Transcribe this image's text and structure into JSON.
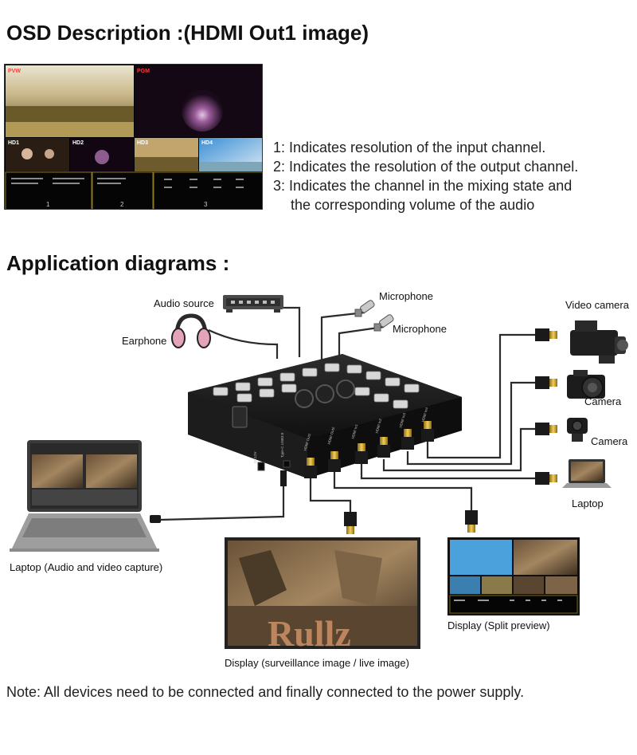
{
  "osd": {
    "title": "OSD Description :(HDMI Out1 image)",
    "screen": {
      "tags": [
        "PVW",
        "PGM",
        "HD1",
        "HD2",
        "HD3",
        "HD4"
      ],
      "panel_numbers": [
        "1",
        "2",
        "3"
      ]
    },
    "items": [
      "1: Indicates resolution of the input channel.",
      "2: Indicates the resolution of the output channel.",
      "3: Indicates the channel in the mixing state and",
      "the corresponding volume of the audio"
    ]
  },
  "application": {
    "title": "Application diagrams :",
    "labels": {
      "audio_source": "Audio source",
      "earphone": "Earphone",
      "microphone_1": "Microphone",
      "microphone_2": "Microphone",
      "video_camera": "Video camera",
      "camera_1": "Camera",
      "camera_2": "Camera",
      "laptop_right": "Laptop",
      "laptop_left": "Laptop (Audio and video capture)",
      "display_live": "Display (surveillance image / live image)",
      "display_split": "Display (Split preview)"
    },
    "ports": [
      "DC12V",
      "Type-C USB3.0",
      "HDMI Out1",
      "HDMI Out2",
      "HDMI In1",
      "HDMI In2",
      "HDMI In3",
      "HDMI In4"
    ],
    "watermark": "Rullz"
  },
  "note": "Note: All devices need to be connected and finally connected to the power supply.",
  "colors": {
    "text": "#111111",
    "device_body": "#1a1a1a",
    "cable": "#2b2b2b",
    "hdmi_gold": "#c9a227",
    "watermark": "#d4956a"
  }
}
